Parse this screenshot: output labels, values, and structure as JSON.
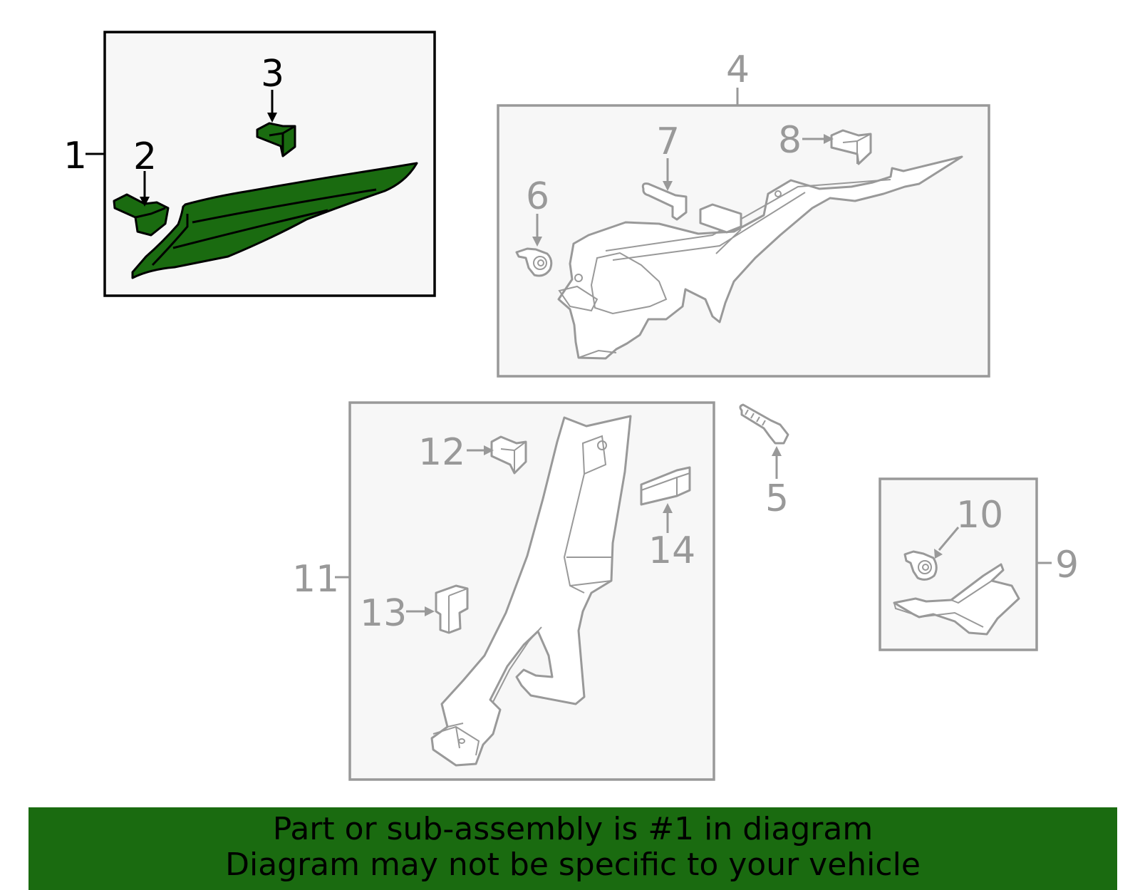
{
  "callouts": {
    "c1": "1",
    "c2": "2",
    "c3": "3",
    "c4": "4",
    "c5": "5",
    "c6": "6",
    "c7": "7",
    "c8": "8",
    "c9": "9",
    "c10": "10",
    "c11": "11",
    "c12": "12",
    "c13": "13",
    "c14": "14"
  },
  "banner": {
    "line1": "Part or sub-assembly is #1 in diagram",
    "line2": "Diagram may not be specific to your vehicle"
  },
  "colors": {
    "highlight": "#1a6b10",
    "line_grey": "#999999",
    "panel_fill": "#f7f7f7"
  }
}
